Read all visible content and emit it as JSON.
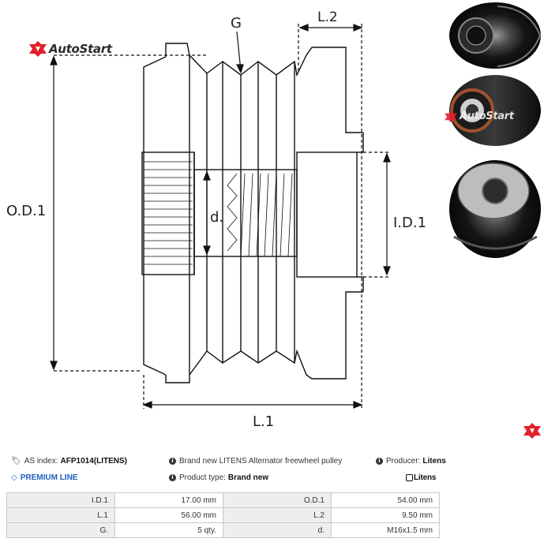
{
  "brand": {
    "logo_text": "AutoStart",
    "logo_color": "#e0202a"
  },
  "drawing_labels": {
    "g": "G",
    "l2": "L.2",
    "od1": "O.D.1",
    "id1": "I.D.1",
    "d": "d.",
    "l1": "L.1"
  },
  "info": {
    "as_index_label": "AS index:",
    "as_index_value": "AFP1014(LITENS)",
    "premium_label": "PREMIUM LINE",
    "description": "Brand new LITENS Alternator freewheel pulley",
    "product_type_label": "Product type:",
    "product_type_value": "Brand new",
    "producer_label": "Producer:",
    "producer_value": "Litens",
    "producer_logo": "Litens"
  },
  "specs": [
    {
      "k1": "I.D.1",
      "v1": "17.00 mm",
      "k2": "O.D.1",
      "v2": "54.00 mm"
    },
    {
      "k1": "L.1",
      "v1": "56.00 mm",
      "k2": "L.2",
      "v2": "9.50 mm"
    },
    {
      "k1": "G.",
      "v1": "5 qty.",
      "k2": "d.",
      "v2": "M16x1.5 mm"
    }
  ]
}
